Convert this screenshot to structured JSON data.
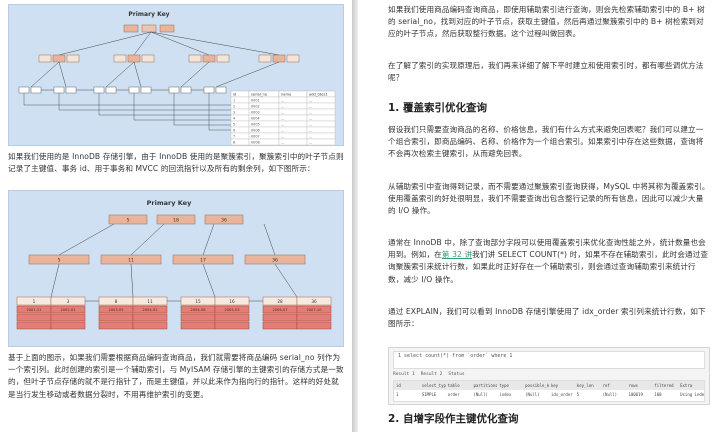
{
  "fig1": {
    "title": "Primary Key",
    "table_headers": [
      "id",
      "serial_no",
      "name",
      "add_tdes1"
    ],
    "table_rows": [
      [
        "1",
        "0001",
        "...",
        "..."
      ],
      [
        "2",
        "0002",
        "...",
        "..."
      ],
      [
        "3",
        "0003",
        "...",
        "..."
      ],
      [
        "4",
        "0004",
        "...",
        "..."
      ],
      [
        "5",
        "0005",
        "...",
        "..."
      ],
      [
        "6",
        "0006",
        "...",
        "..."
      ],
      [
        "7",
        "0007",
        "...",
        "..."
      ],
      [
        "8",
        "0008",
        "...",
        "..."
      ]
    ]
  },
  "left_para1": "如果我们使用的是 InnoDB 存储引擎，由于 InnoDB 使用的是聚簇索引，聚簇索引中的叶子节点则记录了主键值、事务 id、用于事务和 MVCC 的回流指针以及所有的剩余列，如下图所示：",
  "fig2": {
    "title": "Primary Key",
    "root_keys": [
      "5",
      "18",
      "36"
    ],
    "mid_keys": [
      "5",
      "11",
      "17",
      "36"
    ],
    "leaf_keys": [
      "1",
      "3",
      "8",
      "11",
      "15",
      "16",
      "28",
      "36"
    ],
    "leaf_cells": [
      "2001-11",
      "2002-01",
      "2003-05",
      "2004-02",
      "2004-08",
      "2005-03",
      "2006-07",
      "2007-10"
    ]
  },
  "left_para2": "基于上面的图示，如果我们需要根据商品编码查询商品，我们就需要将商品编码 serial_no 列作为一个索引列。此时创建的索引是一个辅助索引，与 MyISAM 存储引擎的主键索引的存储方式是一致的，但叶子节点存储的就不是行指针了，而是主键值，并以此来作为指向行的指针。这样的好处就是当行发生移动或者数据分裂时，不用再维护索引的变更。",
  "right": {
    "para1": "如果我们使用商品编码查询商品，即使用辅助索引进行查询，则会先检索辅助索引中的 B+ 树的 serial_no，找到对应的叶子节点，获取主键值，然后再通过聚簇索引中的 B+ 树检索到对应的叶子节点，然后获取整行数据。这个过程叫做回表。",
    "para2": "在了解了索引的实现原理后，我们再来详细了解下平时建立和使用索引时，都有哪些调优方法呢？",
    "h1": "1. 覆盖索引优化查询",
    "para3": "假设我们只需要查询商品的名称、价格信息，我们有什么方式来避免回表呢？我们可以建立一个组合索引，即商品编码、名称、价格作为一个组合索引。如果索引中存在这些数据，查询将不会再次检索主键索引，从而避免回表。",
    "para4": "从辅助索引中查询得到记录，而不需要通过聚簇索引查询获得，MySQL 中将其称为覆盖索引。使用覆盖索引的好处很明显，我们不需要查询出包含整行记录的所有信息，因此可以减少大量的 I/O 操作。",
    "para5_a": "通常在 InnoDB 中，除了查询部分字段可以使用覆盖索引来优化查询性能之外，统计数量也会用到。例如，在",
    "para5_link": "第 32 讲",
    "para5_b": "我们讲 SELECT COUNT(*) 时，如果不存在辅助索引，此时会通过查询聚簇索引来统计行数，如果此时正好存在一个辅助索引，则会通过查询辅助索引来统计行数，减少 I/O 操作。",
    "para6": "通过 EXPLAIN，我们可以看到 InnoDB 存储引擎使用了 idx_order 索引列来统计行数，如下图所示：",
    "h2": "2. 自增字段作主键优化查询"
  },
  "explain": {
    "sql": "1  select count(*) from `order` where 1",
    "tabs": [
      "Result 1",
      "Result 2",
      "Status"
    ],
    "headers": [
      "id",
      "select_type",
      "table",
      "partitions",
      "type",
      "possible_keys",
      "key",
      "key_len",
      "ref",
      "rows",
      "filtered",
      "Extra"
    ],
    "row": [
      "1",
      "SIMPLE",
      "order",
      "(Null)",
      "index",
      "(Null)",
      "idx_order",
      "5",
      "(Null)",
      "100019",
      "100",
      "Using index"
    ]
  }
}
